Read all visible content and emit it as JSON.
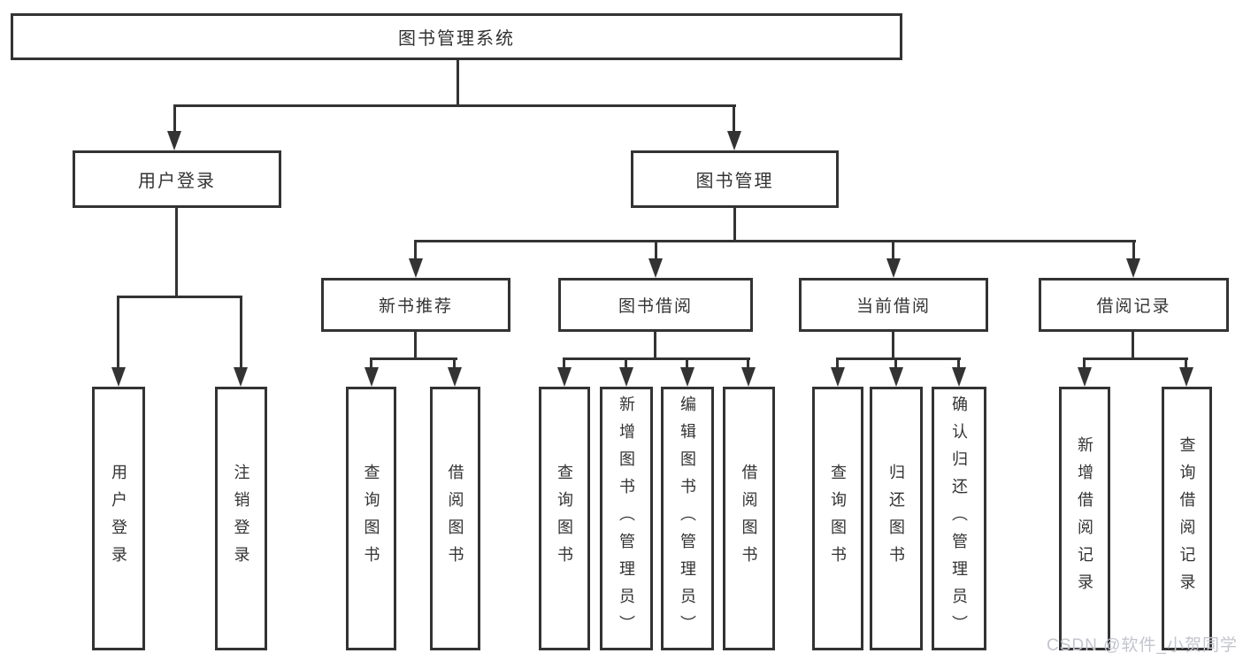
{
  "tree": {
    "label": "图书管理系统",
    "children": [
      {
        "label": "用户登录",
        "children": [
          {
            "label": "用户登录"
          },
          {
            "label": "注销登录"
          }
        ]
      },
      {
        "label": "图书管理",
        "children": [
          {
            "label": "新书推荐",
            "children": [
              {
                "label": "查询图书"
              },
              {
                "label": "借阅图书"
              }
            ]
          },
          {
            "label": "图书借阅",
            "children": [
              {
                "label": "查询图书"
              },
              {
                "label": "新增图书（管理员）"
              },
              {
                "label": "编辑图书（管理员）"
              },
              {
                "label": "借阅图书"
              }
            ]
          },
          {
            "label": "当前借阅",
            "children": [
              {
                "label": "查询图书"
              },
              {
                "label": "归还图书"
              },
              {
                "label": "确认归还（管理员）"
              }
            ]
          },
          {
            "label": "借阅记录",
            "children": [
              {
                "label": "新增借阅记录"
              },
              {
                "label": "查询借阅记录"
              }
            ]
          }
        ]
      }
    ]
  },
  "watermark": "CSDN @软件_小贺同学",
  "colors": {
    "line": "#333333",
    "box_fill": "#ffffff",
    "watermark": "#c3c5ce"
  }
}
